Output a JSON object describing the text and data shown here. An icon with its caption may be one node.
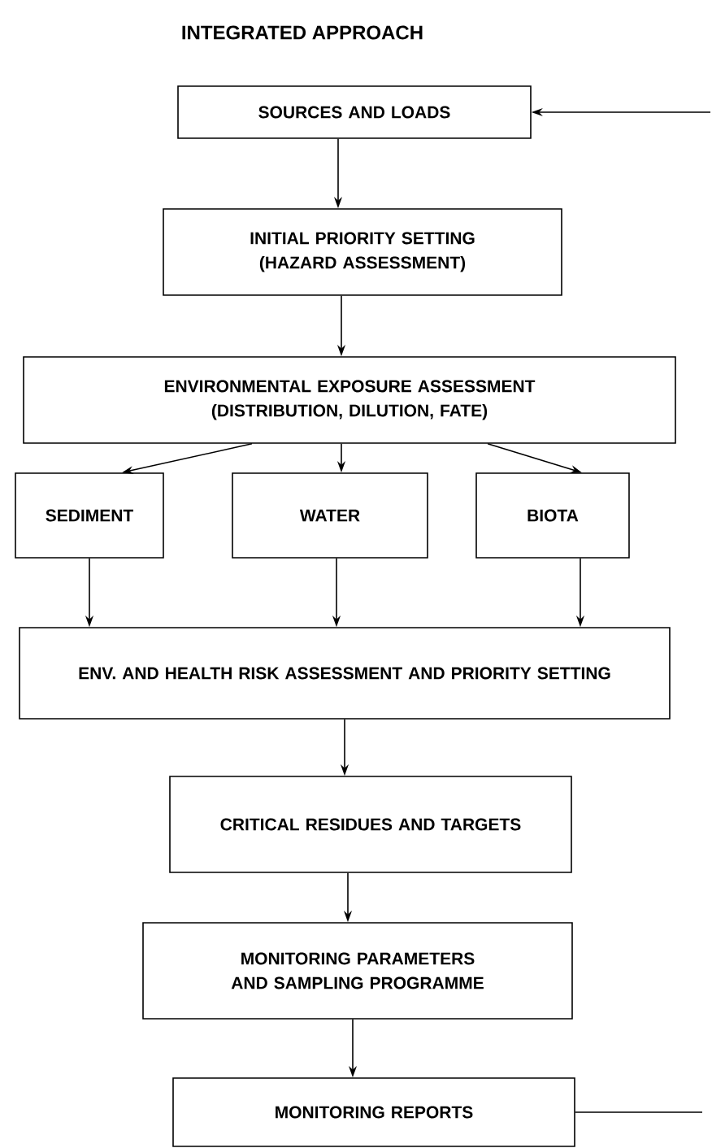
{
  "diagram": {
    "title": "INTEGRATED APPROACH",
    "nodes": [
      {
        "text": [
          "SOURCES AND LOADS"
        ]
      },
      {
        "text": [
          "INITIAL PRIORITY SETTING (HAZARD ASSESSMENT)"
        ]
      },
      {
        "text": [
          "ENVIRONMENTAL EXPOSURE ASSESSMENT (DISTRIBUTION, DILUTION, FATE)"
        ]
      },
      {
        "text": [
          "SEDIMENT"
        ]
      },
      {
        "text": [
          "WATER"
        ]
      },
      {
        "text": [
          "BIOTA"
        ]
      },
      {
        "text": [
          "ENV. AND HEALTH RISK ASSESSMENT AND PRIORITY SETTING"
        ]
      },
      {
        "text": [
          "CRITICAL RESIDUES AND TARGETS"
        ]
      },
      {
        "text": [
          "MONITORING PARAMETERS AND SAMPLING PROGRAMME"
        ]
      },
      {
        "text": [
          "MONITORING REPORTS"
        ]
      }
    ],
    "edges": [
      {
        "from": null,
        "to": 0,
        "arrow": "to"
      },
      {
        "from": 0,
        "to": 1,
        "arrow": "to"
      },
      {
        "from": 1,
        "to": 2,
        "arrow": "to"
      },
      {
        "from": 2,
        "to": 3,
        "arrow": "to"
      },
      {
        "from": 2,
        "to": 4,
        "arrow": "to"
      },
      {
        "from": 2,
        "to": 5,
        "arrow": "to"
      },
      {
        "from": 3,
        "to": 6,
        "arrow": "to"
      },
      {
        "from": 4,
        "to": 6,
        "arrow": "to"
      },
      {
        "from": 5,
        "to": 6,
        "arrow": "to"
      },
      {
        "from": 6,
        "to": 7,
        "arrow": "to"
      },
      {
        "from": 7,
        "to": 8,
        "arrow": "to"
      },
      {
        "from": 8,
        "to": 9,
        "arrow": "to"
      },
      {
        "from": 9,
        "to": null,
        "arrow": "none"
      }
    ]
  }
}
